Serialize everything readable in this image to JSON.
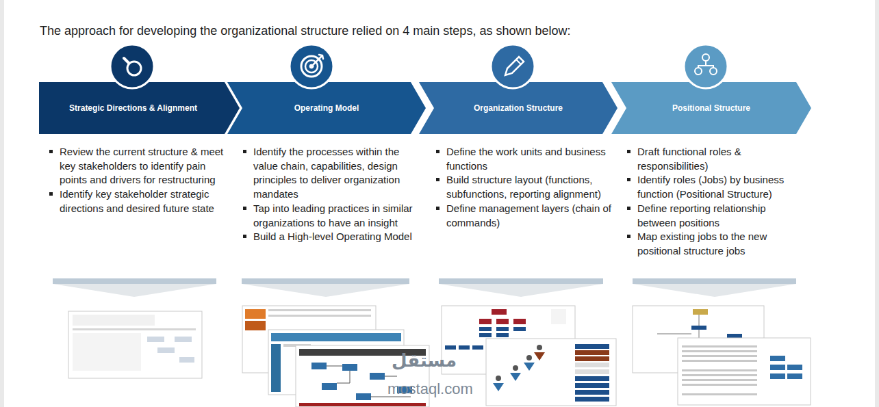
{
  "diagram": {
    "title": "The approach for developing the organizational structure relied on 4 main steps, as shown below:",
    "nodes": [
      {
        "text": [
          "Strategic Directions & Alignment"
        ]
      },
      {
        "text": [
          "Operating Model"
        ]
      },
      {
        "text": [
          "Organization Structure"
        ]
      },
      {
        "text": [
          "Positional Structure"
        ]
      }
    ],
    "labels": [
      "Review the current structure & meet key stakeholders to identify pain points and drivers for restructuring",
      "Identify key stakeholder strategic directions and desired future state",
      "Identify the processes within the value chain, capabilities, design principles to deliver organization mandates",
      "Tap into leading practices in similar organizations to have an insight",
      "Build a High-level Operating Model",
      "Define the work units and business functions",
      "Build structure layout (functions, subfunctions, reporting alignment)",
      "Define management layers (chain of commands)",
      "Draft functional roles & responsibilities)",
      "Identify roles (Jobs) by business function (Positional Structure)",
      "Define reporting relationship between positions",
      "Map existing jobs to the new positional structure jobs",
      "مستقل",
      "mostaql.com"
    ]
  }
}
